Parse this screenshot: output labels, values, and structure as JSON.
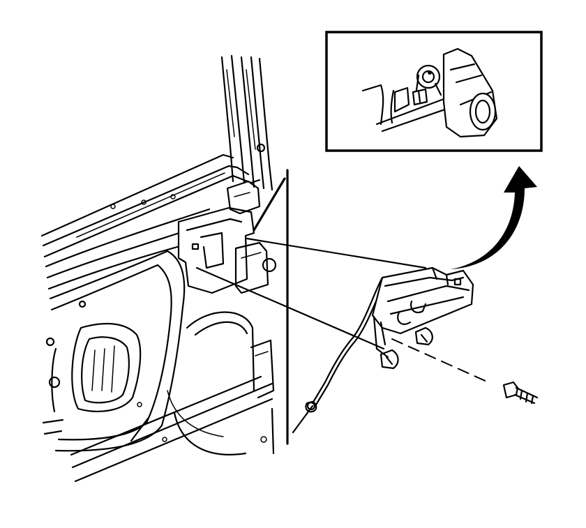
{
  "figure": {
    "callouts": [],
    "colors": {
      "line": "#000000",
      "background": "#ffffff"
    },
    "parts": [
      "door-inner-panel",
      "door-handle-bracket",
      "inside-handle-assembly",
      "release-rod",
      "push-pin-fastener",
      "rotation-arrow",
      "detail-inset"
    ]
  }
}
